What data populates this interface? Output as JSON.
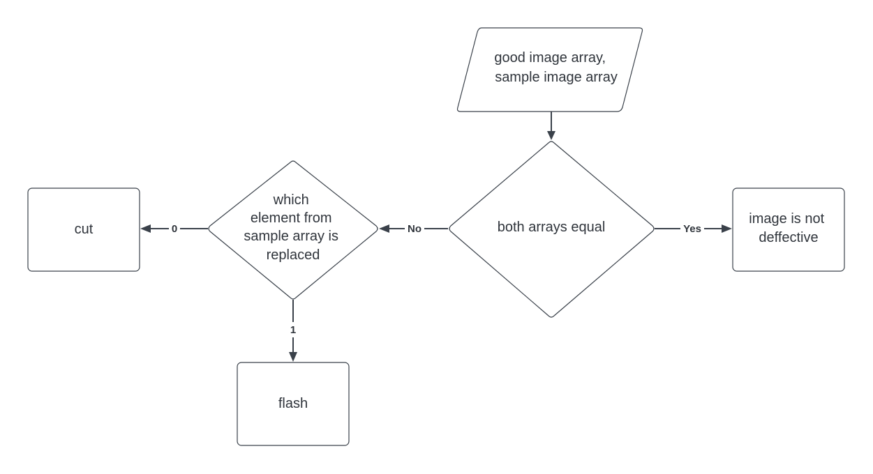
{
  "nodes": {
    "input": {
      "shape": "parallelogram",
      "lines": [
        "good image array,",
        "sample image array"
      ]
    },
    "decision_equal": {
      "shape": "diamond",
      "lines": [
        "both arrays equal"
      ]
    },
    "result_not_defective": {
      "shape": "rectangle",
      "lines": [
        "image is not",
        "deffective"
      ]
    },
    "decision_replaced": {
      "shape": "diamond",
      "lines": [
        "which",
        "element from",
        "sample array is",
        "replaced"
      ]
    },
    "result_cut": {
      "shape": "rectangle",
      "lines": [
        "cut"
      ]
    },
    "result_flash": {
      "shape": "rectangle",
      "lines": [
        "flash"
      ]
    }
  },
  "edges": {
    "input_to_equal": {
      "label": ""
    },
    "equal_yes": {
      "label": "Yes"
    },
    "equal_no": {
      "label": "No"
    },
    "replaced_zero": {
      "label": "0"
    },
    "replaced_one": {
      "label": "1"
    }
  },
  "colors": {
    "stroke": "#3a414a",
    "text": "#2f343b",
    "background": "#ffffff"
  }
}
